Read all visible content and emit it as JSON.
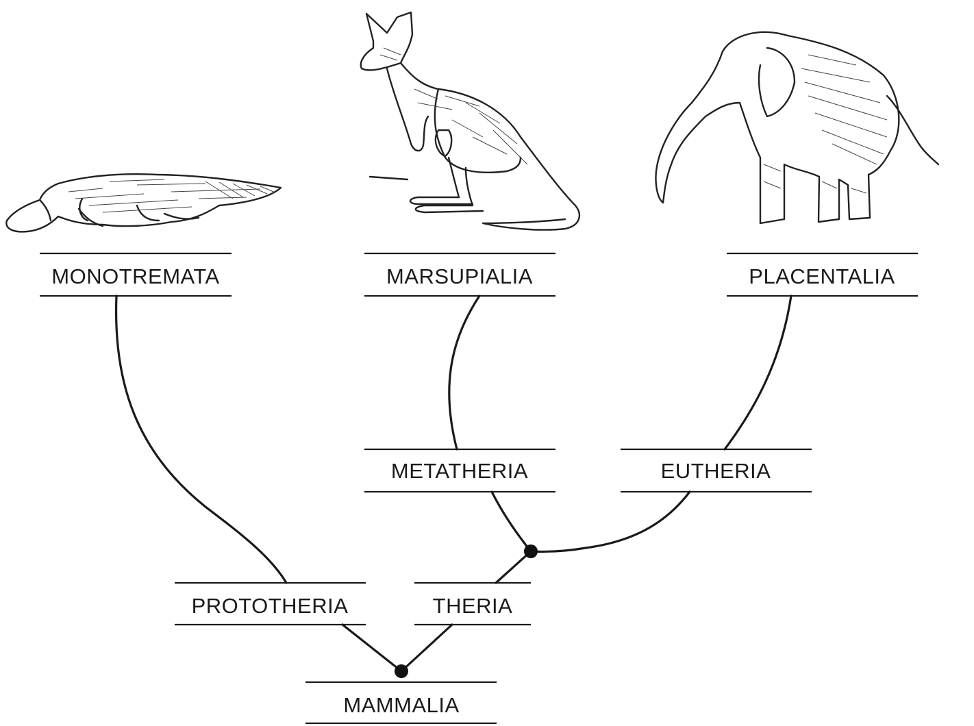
{
  "taxa": {
    "monotremata": "MONOTREMATA",
    "marsupialia": "MARSUPIALIA",
    "placentalia": "PLACENTALIA",
    "metatheria": "METATHERIA",
    "eutheria": "EUTHERIA",
    "prototheria": "PROTOTHERIA",
    "theria": "THERIA",
    "mammalia": "MAMMALIA"
  },
  "illustrations": {
    "platypus": "platypus-illustration",
    "kangaroo": "kangaroo-illustration",
    "elephant": "elephant-illustration"
  },
  "colors": {
    "ink": "#1a1a1a",
    "background": "#ffffff"
  }
}
